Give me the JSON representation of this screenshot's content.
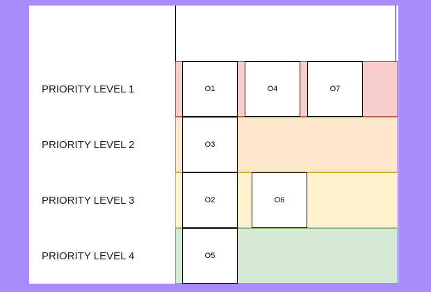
{
  "rows": [
    {
      "label": "PRIORITY LEVEL 1",
      "color": "#f8cecc"
    },
    {
      "label": "PRIORITY LEVEL 2",
      "color": "#ffe6cc"
    },
    {
      "label": "PRIORITY LEVEL 3",
      "color": "#fff2cc"
    },
    {
      "label": "PRIORITY LEVEL 4",
      "color": "#d5e8d4"
    }
  ],
  "nodes": {
    "o1": "O1",
    "o4": "O4",
    "o7": "O7",
    "o3": "O3",
    "o2": "O2",
    "o6": "O6",
    "o5": "O5"
  }
}
